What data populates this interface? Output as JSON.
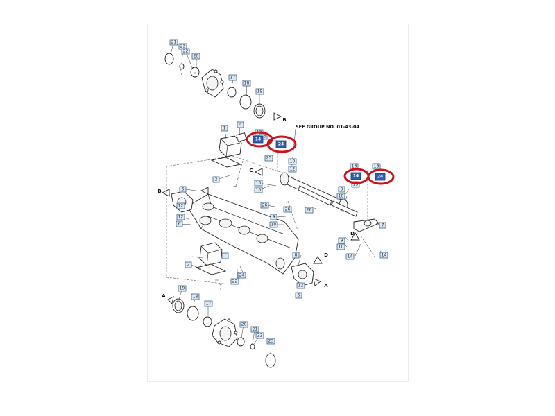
{
  "note": "SEE GROUP NO. 01-43-04",
  "letters": [
    "A",
    "B",
    "C",
    "D"
  ],
  "callouts": [
    "1",
    "2",
    "4",
    "5",
    "6",
    "7",
    "8",
    "9",
    "10",
    "12",
    "13",
    "14",
    "15",
    "16",
    "17",
    "18",
    "19",
    "20",
    "21",
    "22",
    "23",
    "24",
    "25",
    "26"
  ],
  "highlighted": [
    "14",
    "24"
  ]
}
